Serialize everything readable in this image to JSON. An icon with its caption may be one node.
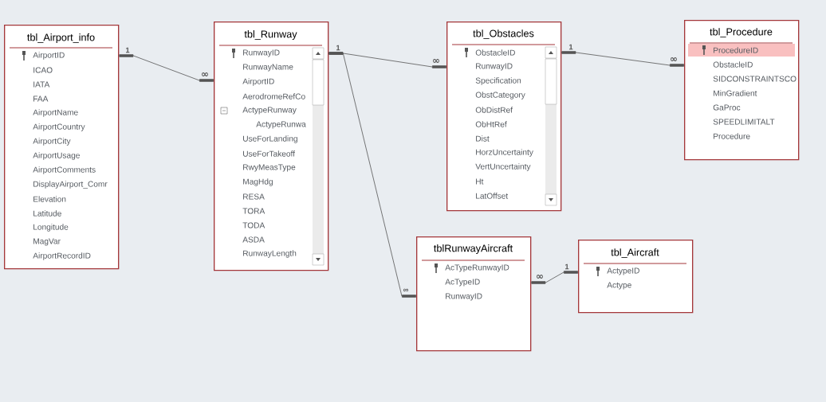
{
  "diagram": {
    "nodes": [
      {
        "text": [
          "tbl_Airport_info",
          "AirportID",
          "ICAO",
          "IATA",
          "FAA",
          "AirportName",
          "AirportCountry",
          "AirportCity",
          "AirportUsage",
          "AirportComments",
          "DisplayAirport_Comr",
          "Elevation",
          "Latitude",
          "Longitude",
          "MagVar",
          "AirportRecordID"
        ]
      },
      {
        "text": [
          "tbl_Runway",
          "RunwayID",
          "RunwayName",
          "AirportID",
          "AerodromeRefCo",
          "ActypeRunway",
          "ActypeRunwa",
          "UseForLanding",
          "UseForTakeoff",
          "RwyMeasType",
          "MagHdg",
          "RESA",
          "TORA",
          "TODA",
          "ASDA",
          "RunwayLength"
        ]
      },
      {
        "text": [
          "tbl_Obstacles",
          "ObstacleID",
          "RunwayID",
          "Specification",
          "ObstCategory",
          "ObDistRef",
          "ObHtRef",
          "Dist",
          "HorzUncertainty",
          "VertUncertainty",
          "Ht",
          "LatOffset"
        ]
      },
      {
        "text": [
          "tbl_Procedure",
          "ProcedureID",
          "ObstacleID",
          "SIDCONSTRAINTSCO",
          "MinGradient",
          "GaProc",
          "SPEEDLIMITALT",
          "Procedure"
        ]
      },
      {
        "text": [
          "tblRunwayAircraft",
          "AcTypeRunwayID",
          "AcTypeID",
          "RunwayID"
        ]
      },
      {
        "text": [
          "tbl_Aircraft",
          "ActypeID",
          "Actype"
        ]
      }
    ],
    "edges": [
      {
        "from": 0,
        "to": 1,
        "arrow": "other"
      },
      {
        "from": 1,
        "to": 2,
        "arrow": "other"
      },
      {
        "from": 2,
        "to": 3,
        "arrow": "other"
      },
      {
        "from": 1,
        "to": 4,
        "arrow": "other"
      },
      {
        "from": 5,
        "to": 4,
        "arrow": "other"
      }
    ],
    "labels": [
      "1",
      "∞",
      "1",
      "∞",
      "1",
      "∞",
      "∞",
      "∞",
      "1"
    ]
  }
}
